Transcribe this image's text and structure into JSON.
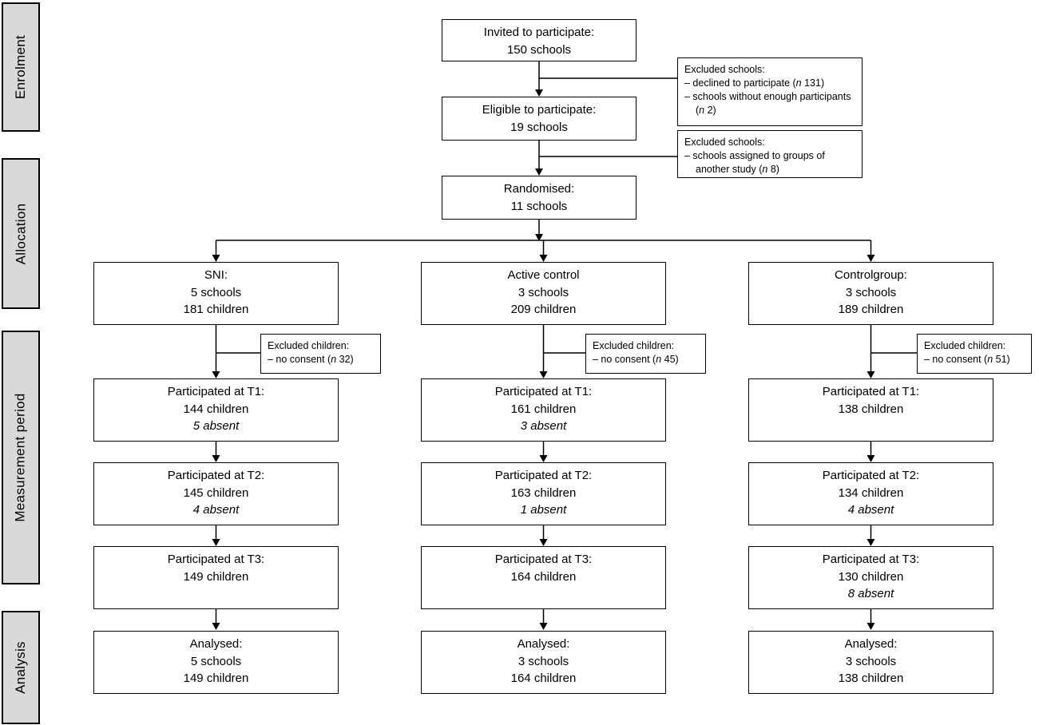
{
  "colors": {
    "stage_fill": "#d9d9d9",
    "box_fill": "#ffffff",
    "border": "#000000",
    "line": "#000000"
  },
  "stages": [
    {
      "label": "Enrolment"
    },
    {
      "label": "Allocation"
    },
    {
      "label": "Measurement period"
    },
    {
      "label": "Analysis"
    }
  ],
  "enrolment": {
    "invited": {
      "line1": "Invited to participate:",
      "line2": "150 schools"
    },
    "eligible": {
      "line1": "Eligible to participate:",
      "line2": "19 schools"
    },
    "randomised": {
      "line1": "Randomised:",
      "line2": "11 schools"
    },
    "excluded_schools_1": {
      "title": "Excluded schools:",
      "bullets": [
        {
          "pre": "– declined to participate (",
          "n": "n",
          "post": " 131)"
        },
        {
          "pre": "– schools without enough participants (",
          "n": "n",
          "post": " 2)"
        }
      ]
    },
    "excluded_schools_2": {
      "title": "Excluded schools:",
      "bullets": [
        {
          "pre": "– schools assigned to groups of another study (",
          "n": "n",
          "post": " 8)"
        }
      ]
    }
  },
  "columns": [
    {
      "allocation": {
        "line1": "SNI:",
        "line2": "5 schools",
        "line3": "181 children"
      },
      "excluded_children": {
        "title": "Excluded children:",
        "bullet": {
          "pre": "– no consent (",
          "n": "n",
          "post": " 32)"
        }
      },
      "t1": {
        "line1": "Participated at T1:",
        "line2": "144 children",
        "absent": "5 absent"
      },
      "t2": {
        "line1": "Participated at T2:",
        "line2": "145 children",
        "absent": "4 absent"
      },
      "t3": {
        "line1": "Participated at T3:",
        "line2": "149 children"
      },
      "analysed": {
        "line1": "Analysed:",
        "line2": "5 schools",
        "line3": "149 children"
      }
    },
    {
      "allocation": {
        "line1": "Active control",
        "line2": "3 schools",
        "line3": "209 children"
      },
      "excluded_children": {
        "title": "Excluded children:",
        "bullet": {
          "pre": "– no consent (",
          "n": "n",
          "post": " 45)"
        }
      },
      "t1": {
        "line1": "Participated at T1:",
        "line2": "161 children",
        "absent": "3 absent"
      },
      "t2": {
        "line1": "Participated at T2:",
        "line2": "163 children",
        "absent": "1 absent"
      },
      "t3": {
        "line1": "Participated at T3:",
        "line2": "164 children"
      },
      "analysed": {
        "line1": "Analysed:",
        "line2": "3 schools",
        "line3": "164 children"
      }
    },
    {
      "allocation": {
        "line1": "Controlgroup:",
        "line2": "3 schools",
        "line3": "189 children"
      },
      "excluded_children": {
        "title": "Excluded children:",
        "bullet": {
          "pre": "– no consent (",
          "n": "n",
          "post": " 51)"
        }
      },
      "t1": {
        "line1": "Participated at T1:",
        "line2": "138 children"
      },
      "t2": {
        "line1": "Participated at T2:",
        "line2": "134 children",
        "absent": "4 absent"
      },
      "t3": {
        "line1": "Participated at T3:",
        "line2": "130 children",
        "absent": "8 absent"
      },
      "analysed": {
        "line1": "Analysed:",
        "line2": "3 schools",
        "line3": "138 children"
      }
    }
  ]
}
